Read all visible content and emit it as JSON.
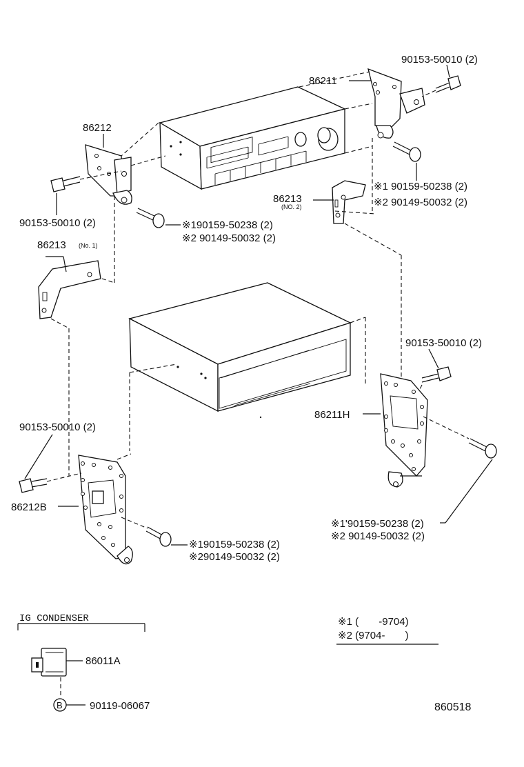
{
  "labels": {
    "bolt_top_right": "90153-50010 (2)",
    "bracket_86211": "86211",
    "bracket_86212": "86212",
    "bolt_left_upper": "90153-50010 (2)",
    "screw_left_upper_1": "※190159-50238 (2)",
    "screw_left_upper_2": "※2 90149-50032 (2)",
    "bracket_86213_no1": "86213",
    "no1_tag": "(No. 1)",
    "bracket_86213_no2": "86213",
    "no2_tag": "(NO. 2)",
    "screw_right_upper_1": "※1 90159-50238 (2)",
    "screw_right_upper_2": "※2 90149-50032 (2)",
    "bolt_right_mid": "90153-50010 (2)",
    "bracket_86211H": "86211H",
    "bolt_left_lower": "90153-50010 (2)",
    "bracket_86212B": "86212B",
    "screw_left_lower_1": "※190159-50238 (2)",
    "screw_left_lower_2": "※290149-50032 (2)",
    "screw_right_lower_1": "※1'90159-50238 (2)",
    "screw_right_lower_2": "※2 90149-50032 (2)",
    "condenser_title": "IG CONDENSER",
    "condenser_part": "86011A",
    "condenser_bolt": "90119-06067",
    "bolt_marker": "B",
    "note_1": "※1 (       -9704)",
    "note_2": "※2 (9704-       )",
    "diagram_number": "860518"
  }
}
